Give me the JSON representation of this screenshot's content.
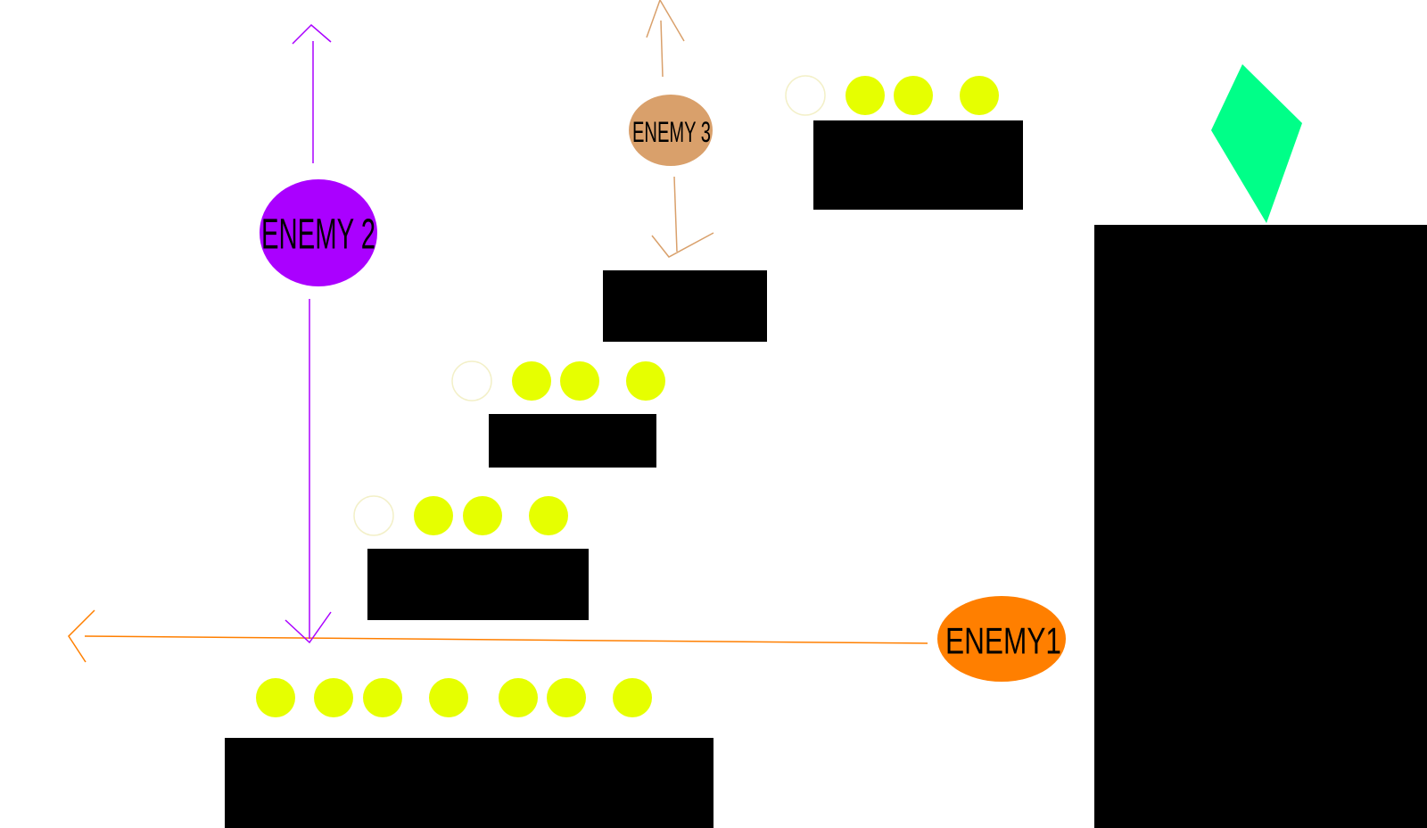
{
  "level": {
    "background": "#ffffff",
    "platform_color": "#000000",
    "coin_color": "#e6ff00",
    "coin_empty_stroke": "#f3f0c8",
    "goal": {
      "shape": "diamond",
      "color": "#00ff88"
    }
  },
  "enemies": [
    {
      "id": "enemy-1",
      "label": "ENEMY1",
      "color": "#ff7f00",
      "movement": "horizontal"
    },
    {
      "id": "enemy-2",
      "label": "ENEMY 2",
      "color": "#aa00ff",
      "movement": "vertical"
    },
    {
      "id": "enemy-3",
      "label": "ENEMY 3",
      "color": "#d9a06b",
      "movement": "vertical"
    }
  ],
  "coin_rows": [
    {
      "row": "top-right",
      "collected": [
        true,
        false,
        false,
        false
      ]
    },
    {
      "row": "upper-middle",
      "collected": [
        true,
        false,
        false,
        false
      ]
    },
    {
      "row": "lower-middle",
      "collected": [
        true,
        false,
        false,
        false
      ]
    },
    {
      "row": "bottom",
      "collected": [
        false,
        false,
        false,
        false,
        false,
        false,
        false
      ]
    }
  ]
}
